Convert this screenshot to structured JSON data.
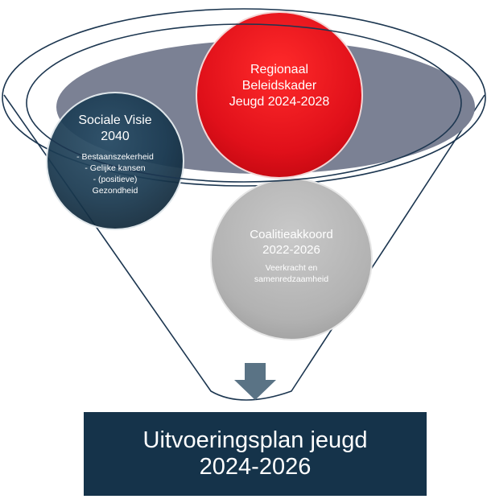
{
  "circles": {
    "social_vision": {
      "title_line1": "Sociale Visie",
      "title_line2": "2040",
      "items": [
        "- Bestaanszekerheid",
        "- Gelijke kansen",
        "- (positieve)",
        "Gezondheid"
      ]
    },
    "regional_framework": {
      "title_line1": "Regionaal",
      "title_line2": "Beleidskader",
      "title_line3": "Jeugd 2024-2028"
    },
    "coalition_agreement": {
      "title_line1": "Coalitieakkoord",
      "title_line2": "2022-2026",
      "items": [
        "Veerkracht en",
        "samenredzaamheid"
      ]
    }
  },
  "output": {
    "line1": "Uitvoeringsplan jeugd",
    "line2": "2024-2026"
  },
  "colors": {
    "social": "#1b3b52",
    "regional": "#e0101a",
    "coalition": "#b5b5b5",
    "funnel_disc": "#7b8194",
    "arrow": "#5a7385",
    "output_box": "#15334a"
  }
}
